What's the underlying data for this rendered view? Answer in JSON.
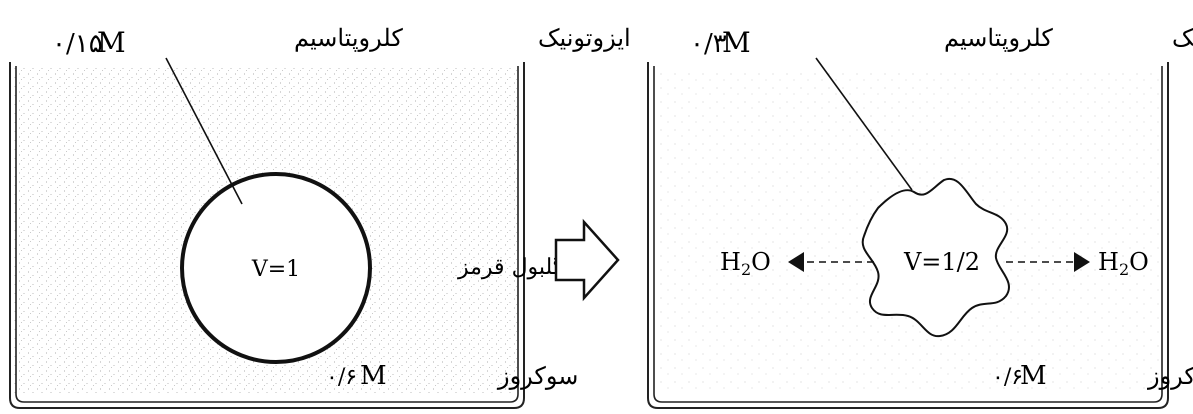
{
  "left_panel": {
    "condition_label": "ایزوتونیک",
    "inner_solute_value": "۰/۱۵",
    "inner_solute_unit": "M",
    "inner_solute_label": "کلروپتاسیم",
    "cell_volume": "V=1",
    "cell_label": "گلبول قرمز",
    "outer_solute_value": "۰/۶",
    "outer_solute_unit": "M",
    "outer_solute_label": "سوکروز"
  },
  "right_panel": {
    "condition_label": "هیپرتونیک",
    "inner_solute_value": "۰/۳",
    "inner_solute_unit": "M",
    "inner_solute_label": "کلروپتاسیم",
    "cell_volume": "V=1/2",
    "water_left": "H",
    "water_left_sub": "2",
    "water_left_o": "O",
    "water_right": "H",
    "water_right_sub": "2",
    "water_right_o": "O",
    "outer_solute_value": "۰/۶",
    "outer_solute_unit": "M",
    "outer_solute_label": "سوکروز"
  }
}
